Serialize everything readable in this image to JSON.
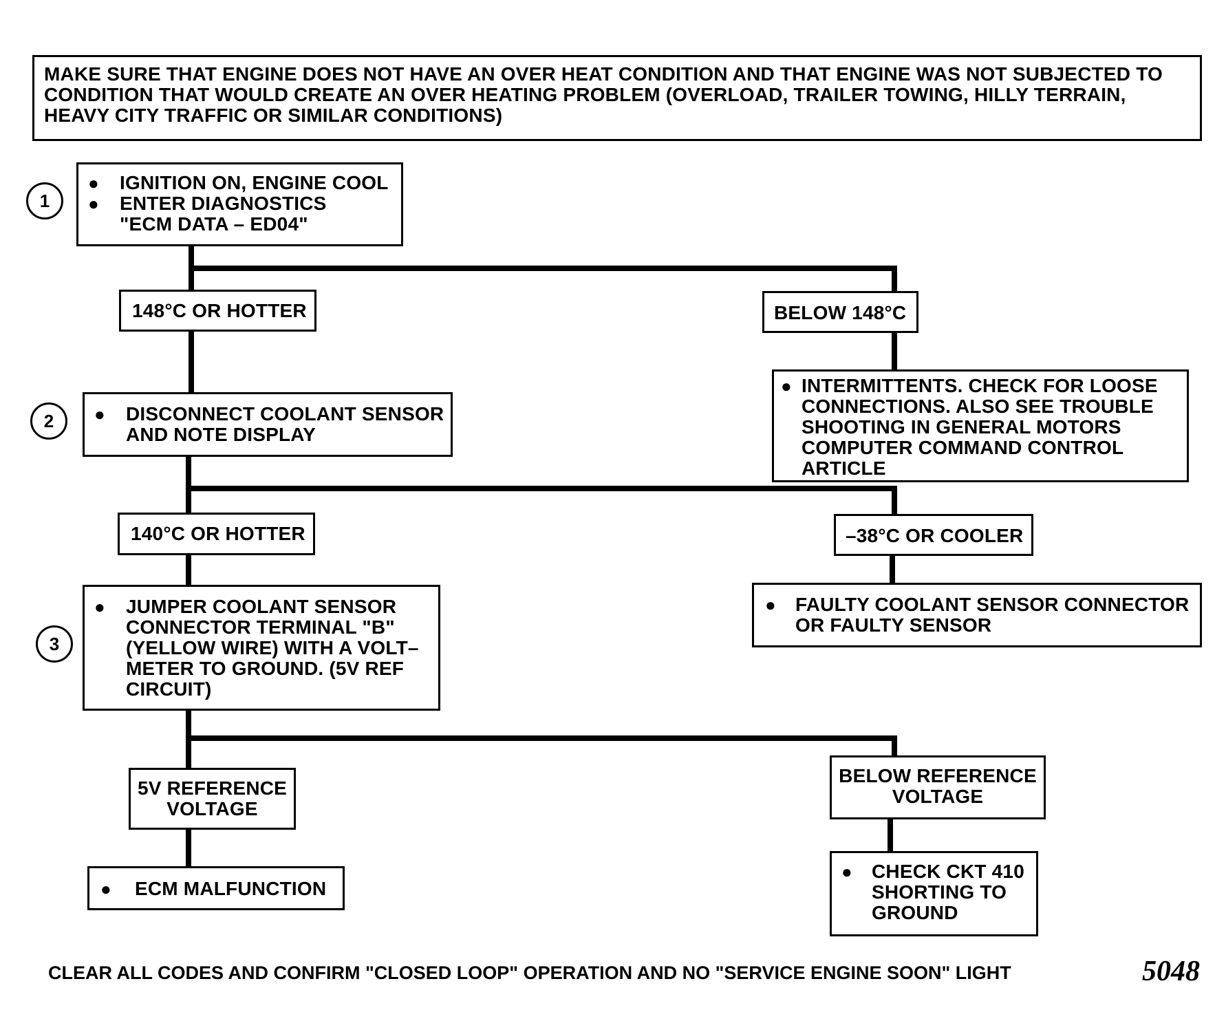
{
  "header": {
    "lines": [
      "MAKE SURE THAT ENGINE DOES NOT HAVE AN OVER HEAT CONDITION AND THAT ENGINE WAS NOT SUBJECTED TO",
      "CONDITION THAT WOULD CREATE AN OVER HEATING PROBLEM (OVERLOAD, TRAILER TOWING, HILLY TERRAIN,",
      "HEAVY CITY TRAFFIC OR SIMILAR CONDITIONS)"
    ]
  },
  "steps": {
    "step1": {
      "number": "1",
      "bullets": [
        {
          "lines": [
            "IGNITION ON, ENGINE COOL"
          ]
        },
        {
          "lines": [
            "ENTER DIAGNOSTICS",
            "\"ECM DATA – ED04\""
          ]
        }
      ]
    },
    "step2": {
      "number": "2",
      "bullets": [
        {
          "lines": [
            "DISCONNECT COOLANT SENSOR",
            "AND NOTE DISPLAY"
          ]
        }
      ]
    },
    "step3": {
      "number": "3",
      "bullets": [
        {
          "lines": [
            "JUMPER COOLANT SENSOR",
            "CONNECTOR TERMINAL \"B\"",
            "(YELLOW WIRE) WITH A VOLT–",
            "METER TO GROUND. (5V REF",
            "CIRCUIT)"
          ]
        }
      ]
    }
  },
  "branches": {
    "b1_left": "148°C OR HOTTER",
    "b1_right": "BELOW 148°C",
    "b2_left": "140°C OR HOTTER",
    "b2_right": "–38°C OR COOLER",
    "b3_left": [
      "5V REFERENCE",
      "VOLTAGE"
    ],
    "b3_right": [
      "BELOW REFERENCE",
      "VOLTAGE"
    ]
  },
  "results": {
    "intermittents": [
      "INTERMITTENTS. CHECK FOR LOOSE",
      "CONNECTIONS. ALSO SEE TROUBLE",
      "SHOOTING IN GENERAL MOTORS",
      "COMPUTER COMMAND CONTROL",
      "ARTICLE"
    ],
    "faulty_sensor": [
      "FAULTY COOLANT SENSOR CONNECTOR",
      "OR FAULTY SENSOR"
    ],
    "ecm_malfunction": [
      "ECM MALFUNCTION"
    ],
    "check_ckt": [
      "CHECK CKT 410",
      "SHORTING TO",
      "GROUND"
    ]
  },
  "bullet_symbol": "●",
  "footer": {
    "text": "CLEAR ALL CODES AND CONFIRM \"CLOSED LOOP\" OPERATION AND NO \"SERVICE ENGINE SOON\" LIGHT",
    "figure_number": "5048"
  }
}
